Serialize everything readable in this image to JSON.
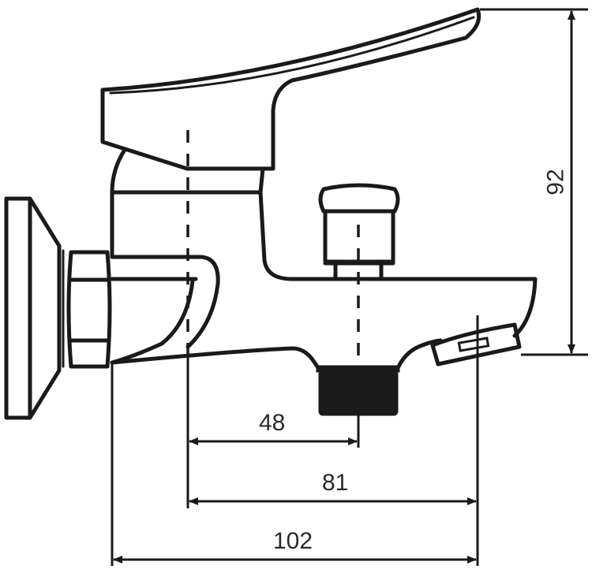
{
  "drawing": {
    "subject": "single-lever bath mixer faucet, side view",
    "stroke_color": "#1a1a1a",
    "background": "#ffffff"
  },
  "dimensions": {
    "height": {
      "value": "92",
      "orientation": "vertical",
      "description": "lever top to spout outlet"
    },
    "outlet_offset": {
      "value": "48",
      "orientation": "horizontal",
      "description": "inlet axis to diverter/connector axis"
    },
    "spout_reach_axis": {
      "value": "81",
      "orientation": "horizontal",
      "description": "inlet axis to spout outlet"
    },
    "overall_reach": {
      "value": "102",
      "orientation": "horizontal",
      "description": "body back to spout outlet"
    }
  }
}
